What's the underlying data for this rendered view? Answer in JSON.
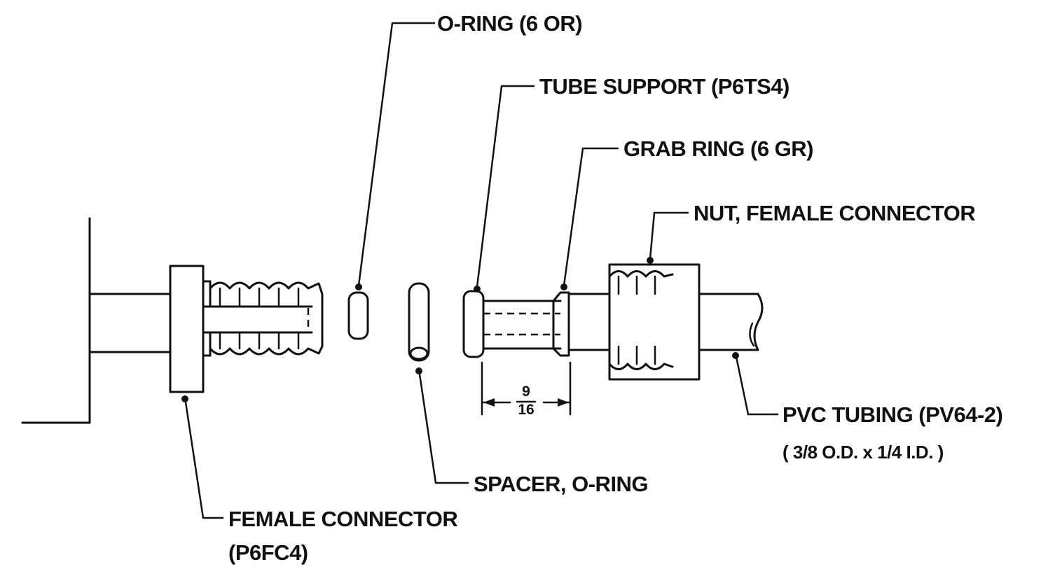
{
  "labels": {
    "o_ring": "O-RING (6 OR)",
    "tube_support": "TUBE SUPPORT (P6TS4)",
    "grab_ring": "GRAB RING (6 GR)",
    "nut": "NUT, FEMALE CONNECTOR",
    "pvc_tubing_line1": "PVC TUBING (PV64-2)",
    "pvc_tubing_line2": "( 3/8 O.D. x 1/4 I.D. )",
    "spacer": "SPACER, O-RING",
    "female_connector_line1": "FEMALE CONNECTOR",
    "female_connector_line2": "(P6FC4)"
  },
  "dimension": {
    "numerator": "9",
    "denominator": "16"
  }
}
